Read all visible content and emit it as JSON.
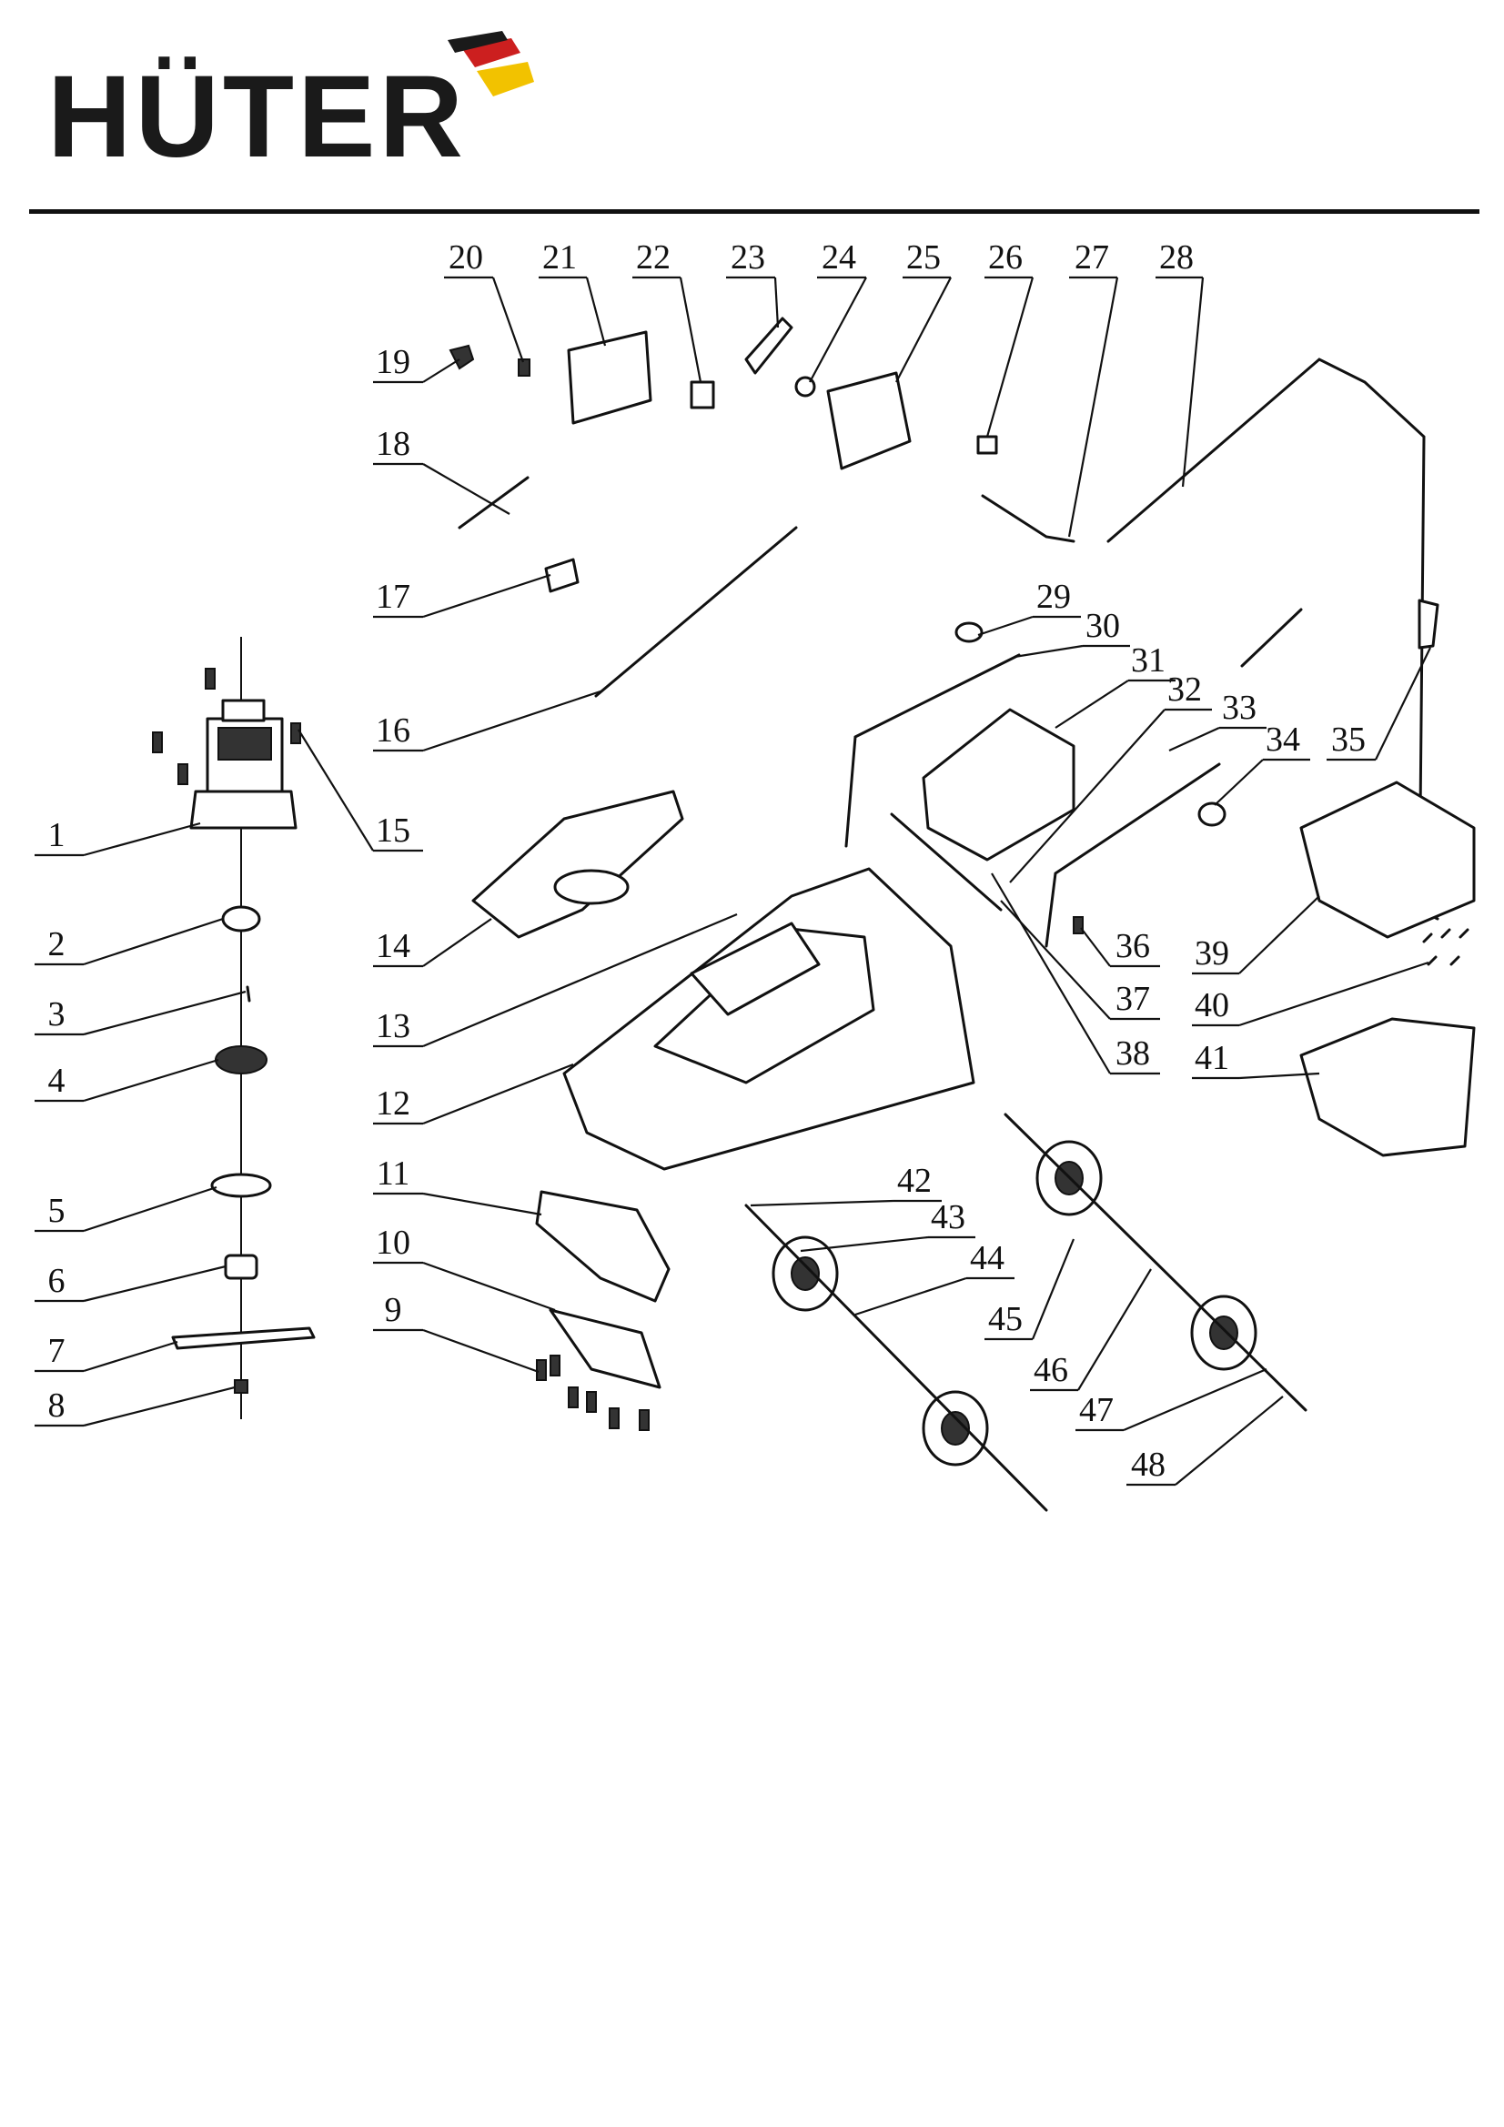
{
  "brand": {
    "name": "HÜTER",
    "accent_colors": [
      "#cc1f1f",
      "#f2c200"
    ]
  },
  "parts": [
    {
      "id": "1"
    },
    {
      "id": "2"
    },
    {
      "id": "3"
    },
    {
      "id": "4"
    },
    {
      "id": "5"
    },
    {
      "id": "6"
    },
    {
      "id": "7"
    },
    {
      "id": "8"
    },
    {
      "id": "9"
    },
    {
      "id": "10"
    },
    {
      "id": "11"
    },
    {
      "id": "12"
    },
    {
      "id": "13"
    },
    {
      "id": "14"
    },
    {
      "id": "15"
    },
    {
      "id": "16"
    },
    {
      "id": "17"
    },
    {
      "id": "18"
    },
    {
      "id": "19"
    },
    {
      "id": "20"
    },
    {
      "id": "21"
    },
    {
      "id": "22"
    },
    {
      "id": "23"
    },
    {
      "id": "24"
    },
    {
      "id": "25"
    },
    {
      "id": "26"
    },
    {
      "id": "27"
    },
    {
      "id": "28"
    },
    {
      "id": "29"
    },
    {
      "id": "30"
    },
    {
      "id": "31"
    },
    {
      "id": "32"
    },
    {
      "id": "33"
    },
    {
      "id": "34"
    },
    {
      "id": "35"
    },
    {
      "id": "36"
    },
    {
      "id": "37"
    },
    {
      "id": "38"
    },
    {
      "id": "39"
    },
    {
      "id": "40"
    },
    {
      "id": "41"
    },
    {
      "id": "42"
    },
    {
      "id": "43"
    },
    {
      "id": "44"
    },
    {
      "id": "45"
    },
    {
      "id": "46"
    },
    {
      "id": "47"
    },
    {
      "id": "48"
    }
  ]
}
